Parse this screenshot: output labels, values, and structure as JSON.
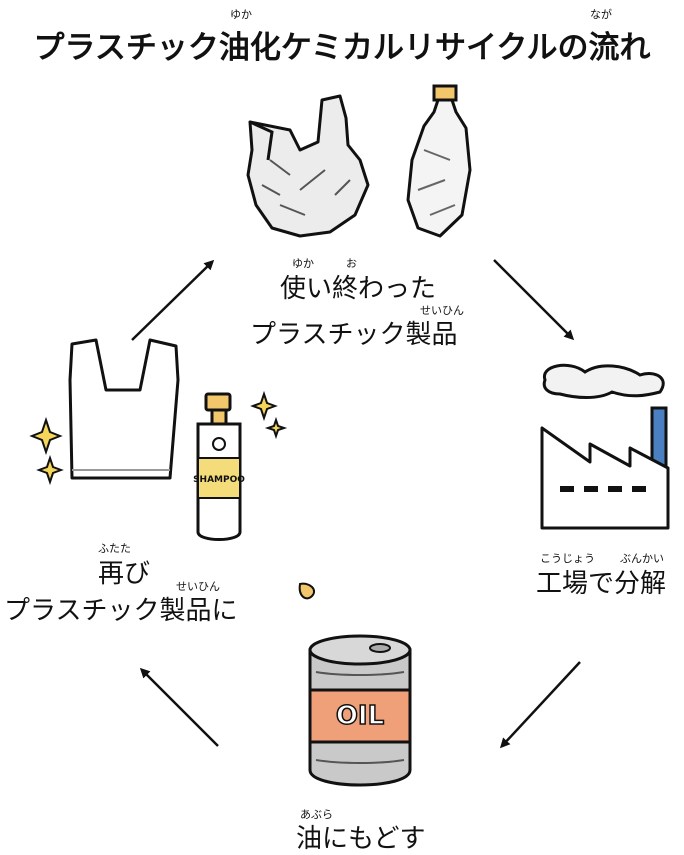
{
  "title": {
    "text": "プラスチック油化ケミカルリサイクルの流れ",
    "ruby_yuka": "ゆか",
    "ruby_naga": "なが"
  },
  "nodes": {
    "used": {
      "line1": "使い終わった",
      "line2": "プラスチック製品",
      "ruby_tsuka": "ゆか",
      "ruby_o": "お",
      "ruby_seihin": "せいひん"
    },
    "factory": {
      "label": "工場で分解",
      "ruby_koujou": "こうじょう",
      "ruby_bunkai": "ぶんかい"
    },
    "oil": {
      "label": "油にもどす",
      "ruby_abura": "あぶら",
      "can_text": "OIL"
    },
    "again": {
      "line1": "再び",
      "line2": "プラスチック製品に",
      "ruby_futata": "ふたた",
      "ruby_seihin": "せいひん",
      "bottle_text": "SHAMPOO"
    }
  },
  "colors": {
    "ink": "#111111",
    "bag": "#eeeeee",
    "sparkle": "#f5d55a",
    "chimney": "#4a7fc1",
    "can_body": "#c9c9c9",
    "can_label": "#f0a078",
    "bottle_label": "#f4dc7a",
    "bottle_cap": "#f2c66a"
  }
}
